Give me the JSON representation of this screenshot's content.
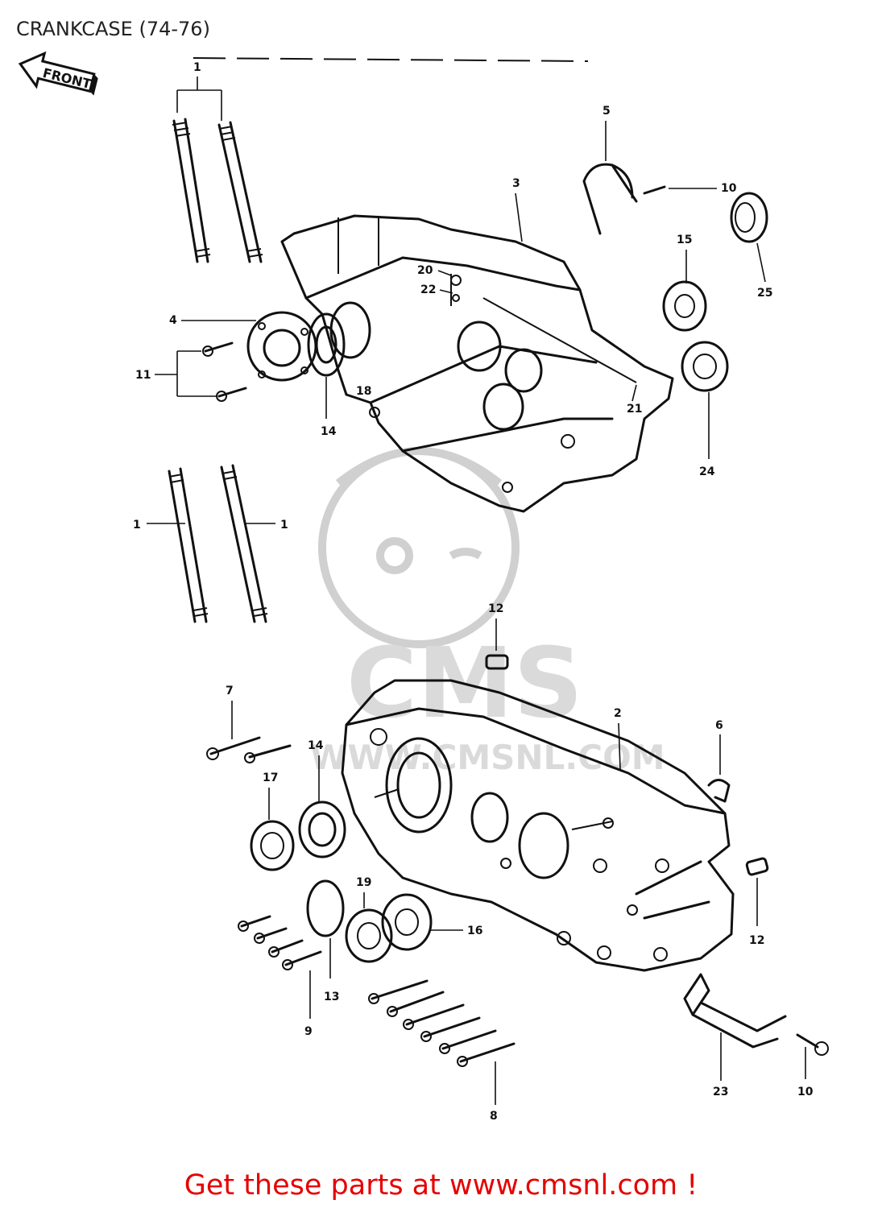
{
  "header": {
    "title": "CRANKCASE (74-76)"
  },
  "direction_arrow": {
    "label": "FRONT",
    "icon": "front-arrow-icon"
  },
  "watermark": {
    "logo_text": "CMS",
    "site_text": "WWW.CMSNL.COM"
  },
  "callouts": {
    "c1a": "1",
    "c1b": "1",
    "c1c": "1",
    "c2": "2",
    "c3": "3",
    "c4": "4",
    "c5": "5",
    "c6": "6",
    "c7": "7",
    "c8": "8",
    "c9": "9",
    "c10a": "10",
    "c10b": "10",
    "c11": "11",
    "c12a": "12",
    "c12b": "12",
    "c13": "13",
    "c14a": "14",
    "c14b": "14",
    "c15": "15",
    "c16": "16",
    "c18": "18",
    "c17": "17",
    "c19": "19",
    "c20": "20",
    "c21": "21",
    "c22": "22",
    "c23": "23",
    "c24": "24",
    "c25": "25"
  },
  "footer": {
    "text": "Get these parts at www.cmsnl.com !",
    "color": "#e60000"
  }
}
